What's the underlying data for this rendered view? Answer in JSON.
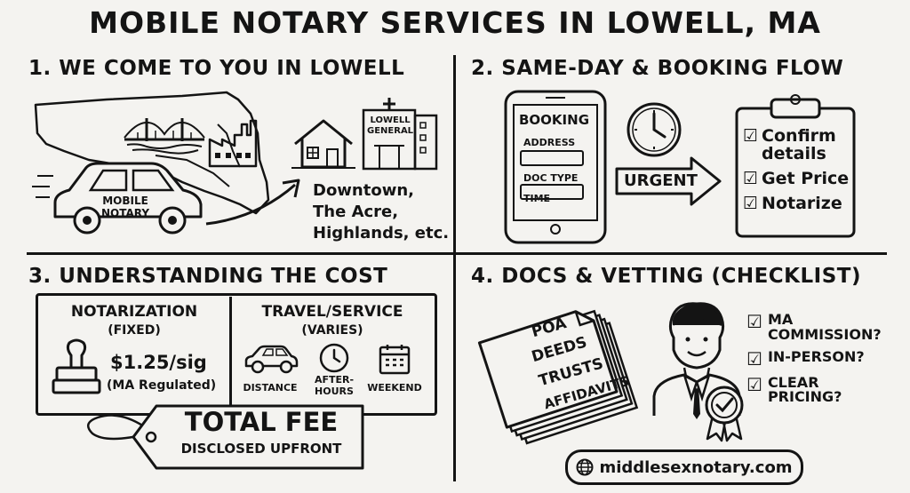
{
  "title": "MOBILE NOTARY SERVICES IN LOWELL, MA",
  "panel1": {
    "heading": "1. WE COME TO YOU IN LOWELL",
    "car_label_line1": "MOBILE",
    "car_label_line2": "NOTARY",
    "hospital_line1": "LOWELL",
    "hospital_line2": "GENERAL",
    "areas": [
      "Downtown,",
      "The Acre,",
      "Highlands, etc."
    ]
  },
  "panel2": {
    "heading": "2. SAME-DAY & BOOKING FLOW",
    "phone_title": "BOOKING",
    "fields": [
      "ADDRESS",
      "DOC TYPE",
      "TIME"
    ],
    "arrow_label": "URGENT",
    "checklist": [
      "Confirm details",
      "Get Price",
      "Notarize"
    ]
  },
  "panel3": {
    "heading": "3. UNDERSTANDING THE COST",
    "notarization_title": "NOTARIZATION",
    "notarization_sub": "(FIXED)",
    "price": "$1.25/sig",
    "price_note": "(MA Regulated)",
    "travel_title": "TRAVEL/SERVICE",
    "travel_sub": "(VARIES)",
    "factors": [
      "DISTANCE",
      "AFTER-HOURS",
      "WEEKEND"
    ],
    "tag_title": "TOTAL FEE",
    "tag_sub": "DISCLOSED UPFRONT"
  },
  "panel4": {
    "heading": "4. DOCS & VETTING (CHECKLIST)",
    "documents": [
      "POA",
      "DEEDS",
      "TRUSTS",
      "AFFIDAVITS"
    ],
    "checklist": [
      "MA COMMISSION?",
      "IN-PERSON?",
      "CLEAR PRICING?"
    ],
    "website": "middlesexnotary.com"
  },
  "icons": [
    "bridge-icon",
    "factory-icon",
    "house-icon",
    "hospital-icon",
    "car-icon",
    "clock-icon",
    "clipboard-icon",
    "stamp-icon",
    "calendar-icon",
    "globe-icon",
    "notary-person-icon",
    "award-seal-icon"
  ]
}
